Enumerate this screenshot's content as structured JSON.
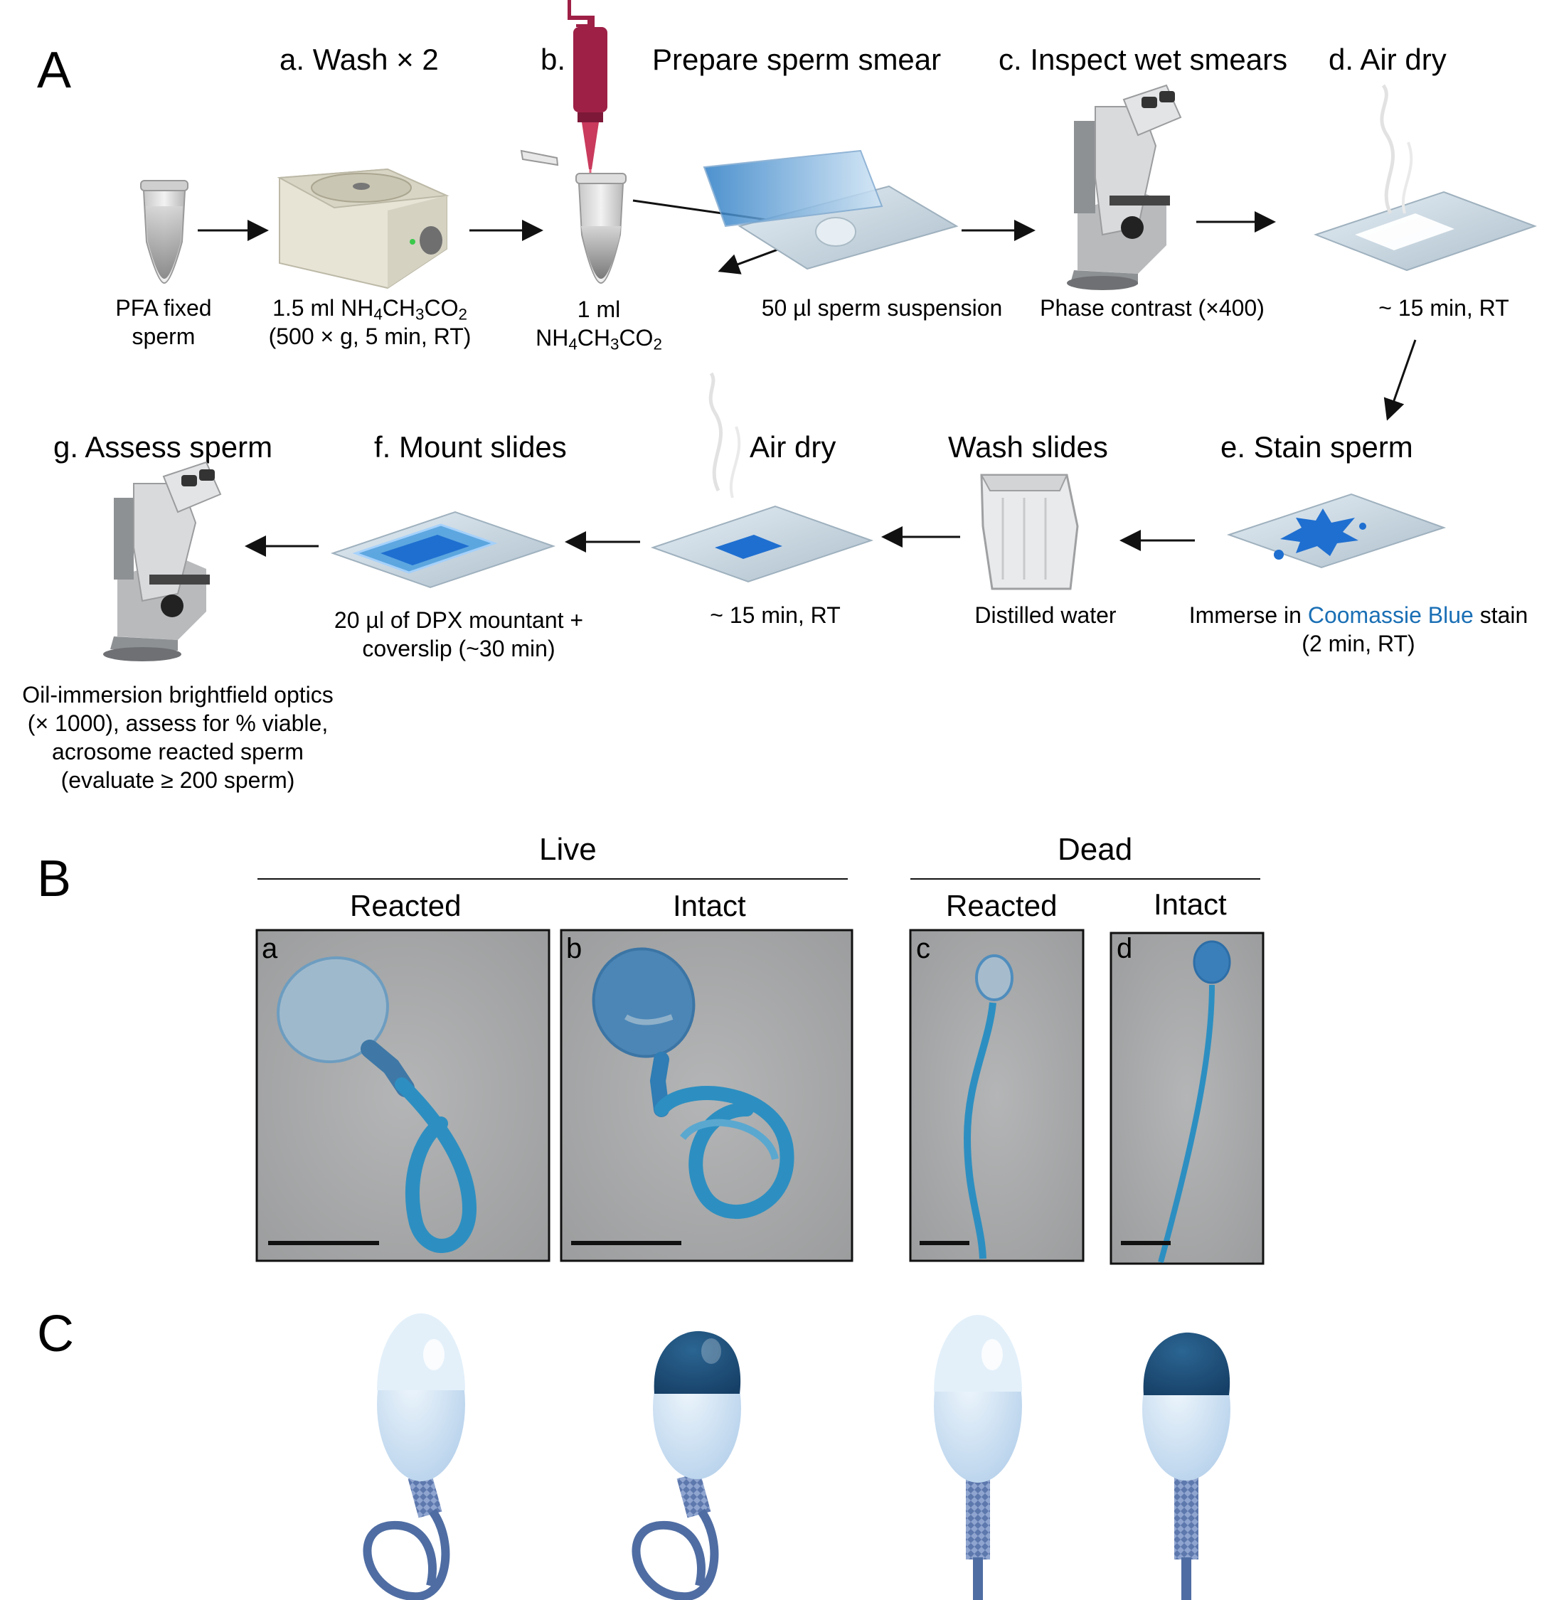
{
  "panels": {
    "a": "A",
    "b": "B",
    "c": "C"
  },
  "workflow": {
    "steps": {
      "a": "a. Wash × 2",
      "b": "b.",
      "b_title": "Prepare sperm smear",
      "c": "c. Inspect wet smears",
      "d": "d. Air dry",
      "e": "e. Stain sperm",
      "wash": "Wash slides",
      "airdry": "Air dry",
      "f": "f. Mount slides",
      "g": "g. Assess sperm"
    },
    "captions": {
      "pfa_1": "PFA fixed",
      "pfa_2": "sperm",
      "wash_1a": "1.5 ml NH",
      "wash_1b": "CH",
      "wash_1c": "CO",
      "wash_2": "(500 × g, 5 min, RT)",
      "ml_1": "1 ml",
      "ml_2a": "NH",
      "ml_2b": "CH",
      "ml_2c": "CO",
      "sub4": "4",
      "sub3": "3",
      "sub2": "2",
      "suspension": "50 µl sperm suspension",
      "phase": "Phase contrast (×400)",
      "dry1": "~ 15 min, RT",
      "immerse_a": "Immerse in ",
      "immerse_b": "Coomassie Blue",
      "immerse_c": " stain",
      "immerse_2": "(2 min, RT)",
      "distilled": "Distilled water",
      "dry2": "~ 15 min, RT",
      "mount_1": "20 µl of DPX mountant +",
      "mount_2": "coverslip  (~30 min)",
      "oil_1": "Oil-immersion brightfield optics",
      "oil_2": "(× 1000), assess for % viable,",
      "oil_3": "acrosome reacted sperm",
      "oil_4": "(evaluate ≥ 200 sperm)"
    }
  },
  "micrographs": {
    "live": "Live",
    "dead": "Dead",
    "reacted_1": "Reacted",
    "intact_1": "Intact",
    "reacted_2": "Reacted",
    "intact_2": "Intact",
    "letters": [
      "a",
      "b",
      "c",
      "d"
    ]
  },
  "colors": {
    "stain_blue": "#1f6fd0",
    "micro_bg": "#a9aaab",
    "acrosome_dark": "#1f4e7a",
    "head_light": "#c3dcf1",
    "tail": "#4f6da3",
    "pipette": "#9e2047"
  }
}
